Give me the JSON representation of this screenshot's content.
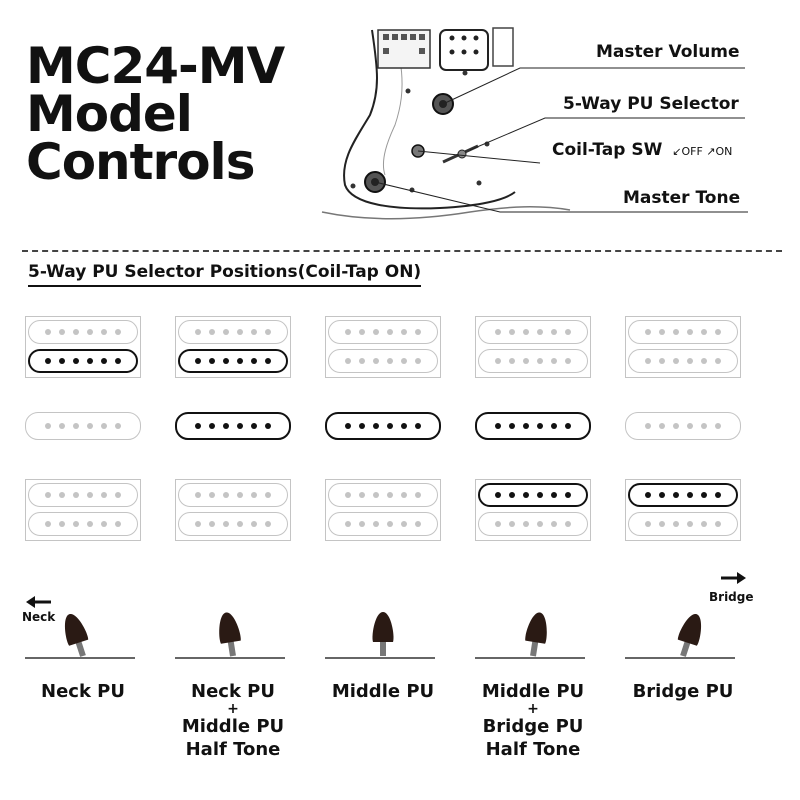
{
  "title": {
    "line1": "MC24-MV",
    "line2": "Model",
    "line3": "Controls"
  },
  "callouts": {
    "master_volume": "Master Volume",
    "selector": "5-Way PU Selector",
    "coil_tap": "Coil-Tap SW",
    "coil_tap_off": "OFF",
    "coil_tap_on": "ON",
    "master_tone": "Master Tone"
  },
  "section_title": "5-Way PU Selector Positions(Coil-Tap ON)",
  "neck_arrow_label": "Neck",
  "bridge_arrow_label": "Bridge",
  "positions": [
    {
      "lines": [
        "Neck PU"
      ],
      "neck_active_coil": "bottom",
      "middle_active": false,
      "bridge_active_coil": "none",
      "lever": "neck"
    },
    {
      "lines": [
        "Neck PU",
        "+",
        "Middle PU",
        "Half Tone"
      ],
      "neck_active_coil": "bottom",
      "middle_active": true,
      "bridge_active_coil": "none",
      "lever": "neck-middle"
    },
    {
      "lines": [
        "Middle PU"
      ],
      "neck_active_coil": "none",
      "middle_active": true,
      "bridge_active_coil": "none",
      "lever": "middle"
    },
    {
      "lines": [
        "Middle PU",
        "+",
        "Bridge PU",
        "Half Tone"
      ],
      "neck_active_coil": "none",
      "middle_active": true,
      "bridge_active_coil": "top",
      "lever": "middle-bridge"
    },
    {
      "lines": [
        "Bridge PU"
      ],
      "neck_active_coil": "none",
      "middle_active": false,
      "bridge_active_coil": "top",
      "lever": "bridge"
    }
  ]
}
